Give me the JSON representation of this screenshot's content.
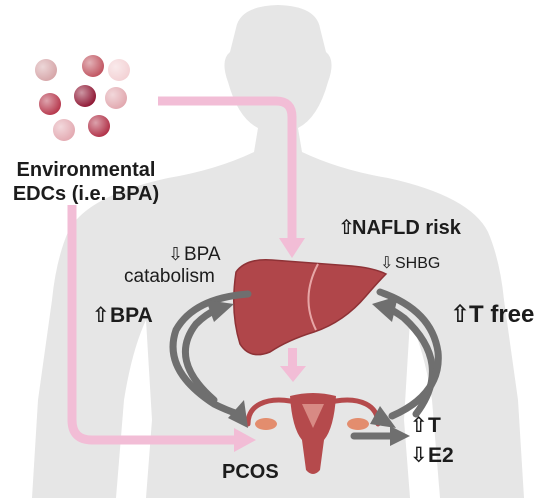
{
  "source_label": [
    "Environmental",
    "EDCs (i.e. BPA)"
  ],
  "arrow_glyph_up": "⇧",
  "arrow_glyph_down": "⇩",
  "nafld": "NAFLD risk",
  "bpa_catabolism": [
    "BPA",
    "catabolism"
  ],
  "shbg": "SHBG",
  "bpa_left": "BPA",
  "t_free": "T free",
  "t_label": "T",
  "e2_label": "E2",
  "pcos": "PCOS",
  "colors": {
    "silhouette": "#e6e6e6",
    "pink_arrow": "#f2bdd6",
    "gray_arrow": "#6f6f6f",
    "liver": "#b0464a",
    "liver_edge": "#8e3236",
    "uterus": "#b54a4c",
    "ovary": "#e38d6e",
    "text": "#1c1c1c"
  },
  "molecule_colors": [
    "#d6a5a8",
    "#c0535f",
    "#f3d1d4",
    "#b5354a",
    "#8e1532",
    "#e1a7ae",
    "#e3a9b1",
    "#b02f46"
  ]
}
